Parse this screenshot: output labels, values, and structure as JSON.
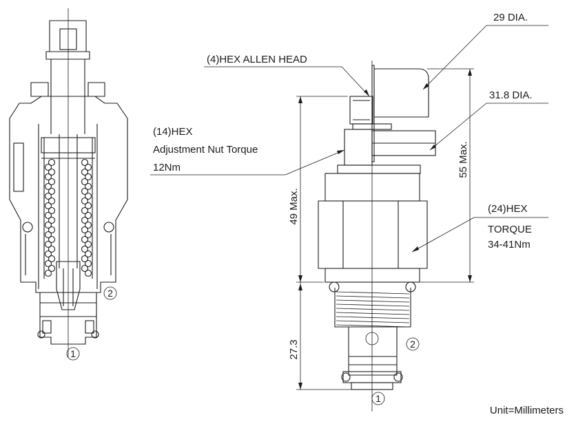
{
  "labels": {
    "allen_head": "(4)HEX ALLEN HEAD",
    "dia_29": "29 DIA.",
    "dia_31_8": "31.8 DIA.",
    "hex14_line1": "(14)HEX",
    "hex14_line2": "Adjustment Nut Torque",
    "hex14_line3": "12Nm",
    "hex24_line1": "(24)HEX",
    "hex24_line2": "TORQUE",
    "hex24_line3": "34-41Nm",
    "dim_49": "49 Max.",
    "dim_55": "55 Max.",
    "dim_27": "27.3",
    "port_1": "1",
    "port_2": "2",
    "unit": "Unit=Millimeters"
  }
}
